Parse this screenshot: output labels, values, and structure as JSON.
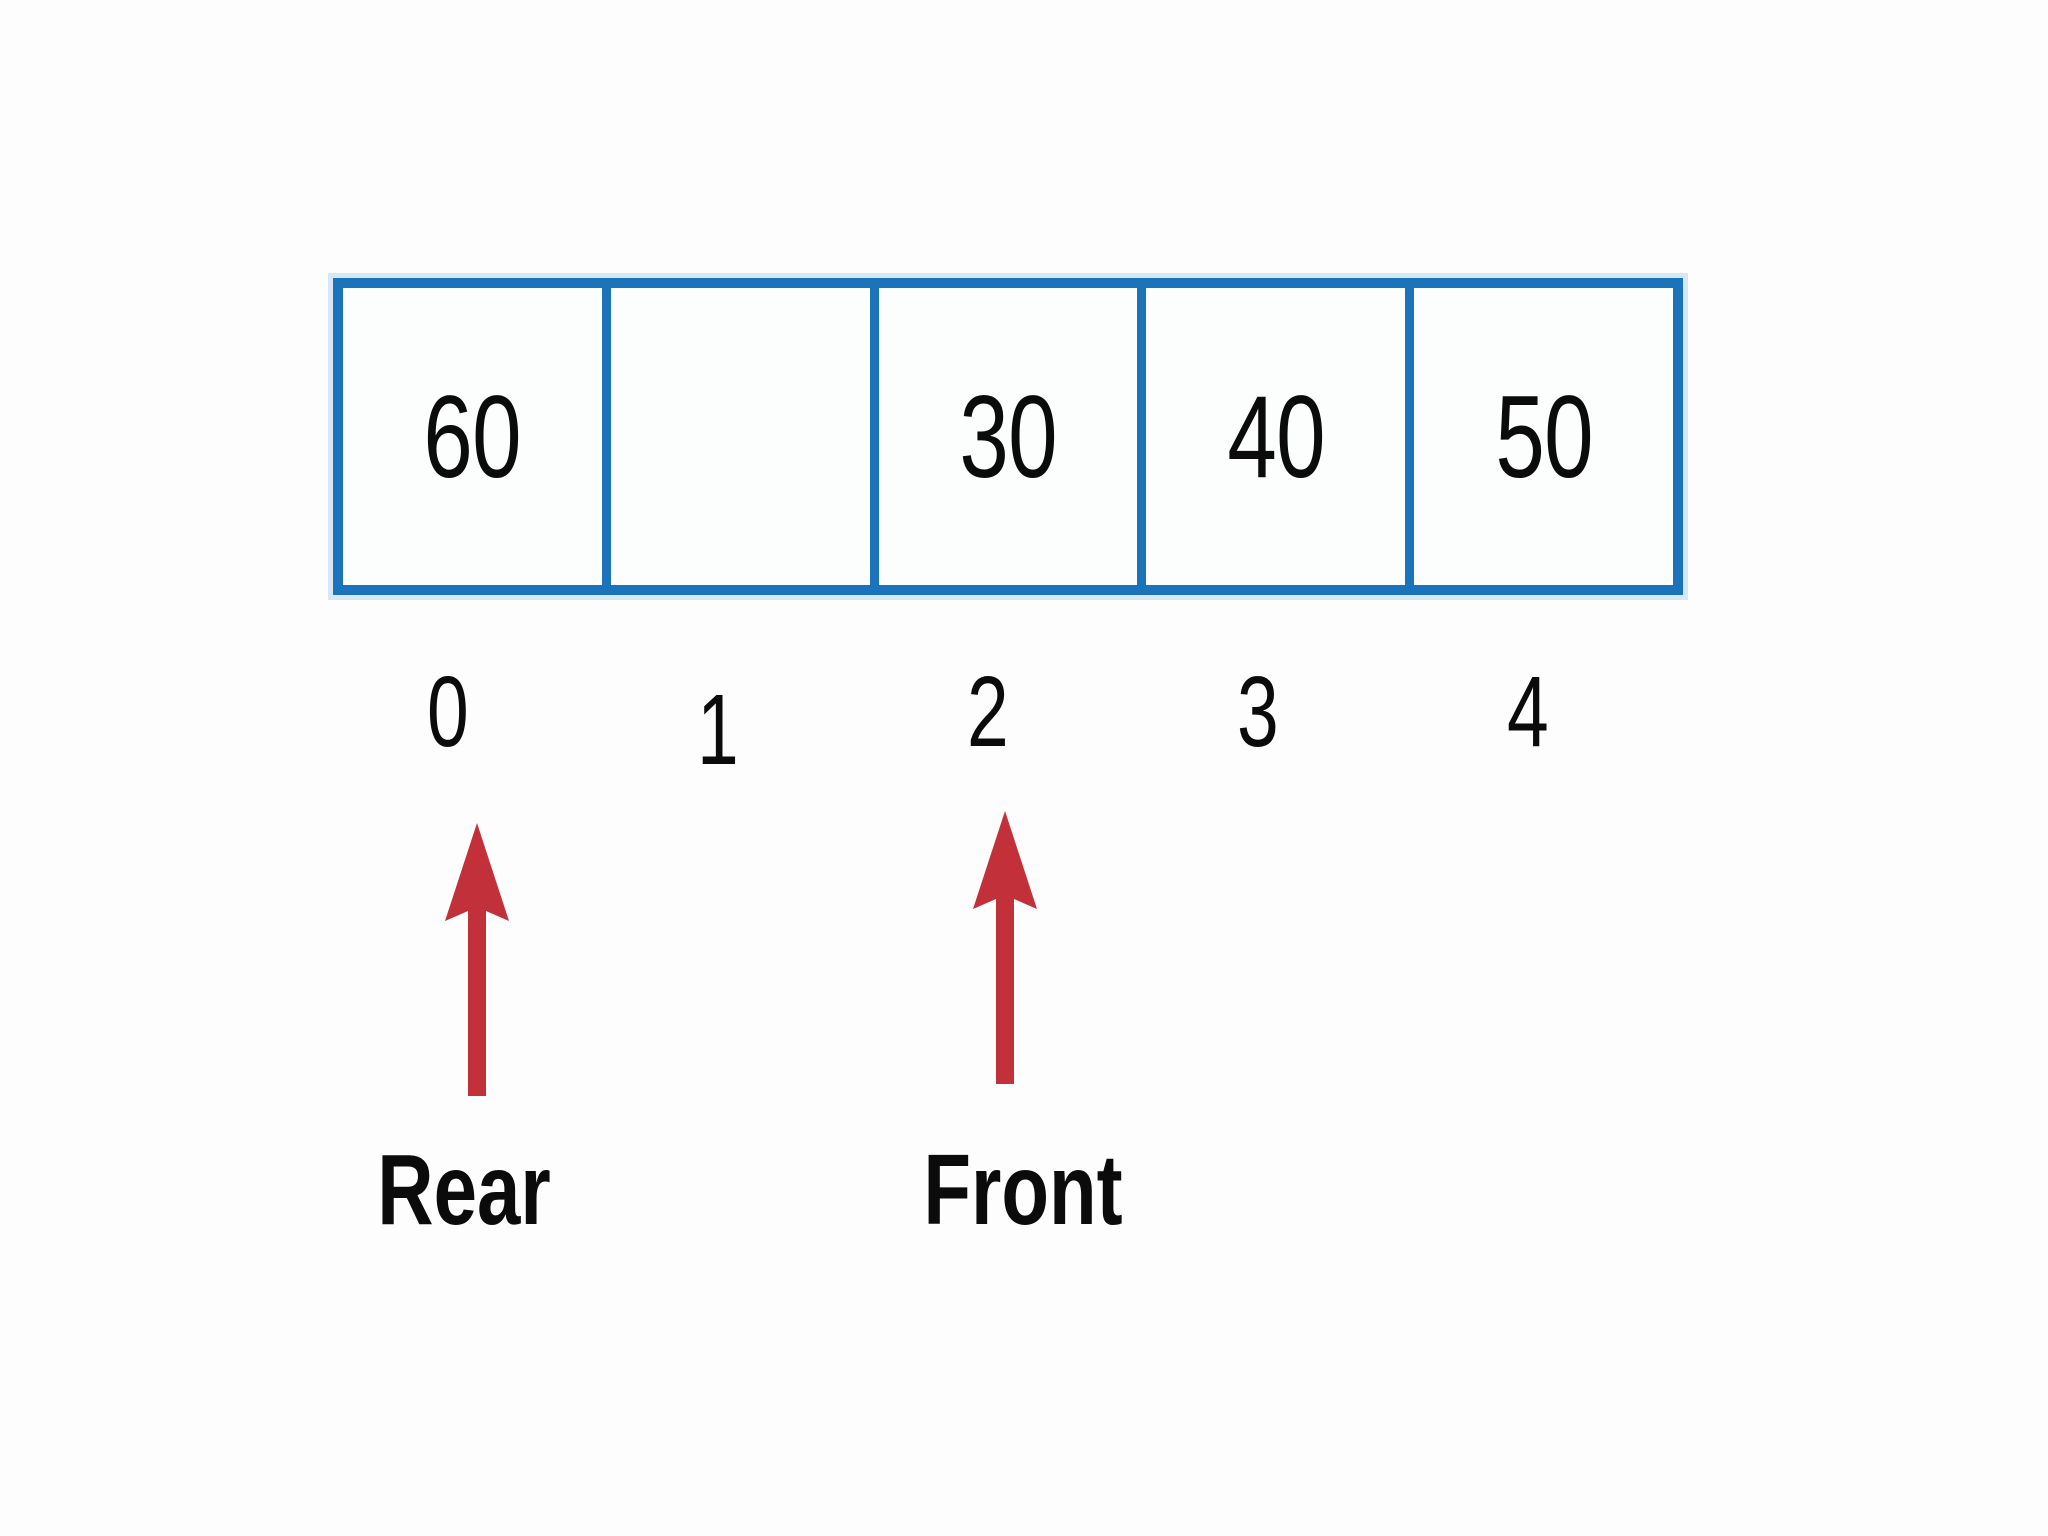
{
  "diagram": {
    "type": "queue-array",
    "colors": {
      "border_blue": "#1b74bb",
      "arrow_red": "#c2313a",
      "cell_bg": "#fcfefd",
      "text": "#0b0b0b",
      "page_bg": "#fdfdfe"
    },
    "cells": [
      {
        "value": "60",
        "index": "0"
      },
      {
        "value": "",
        "index": "1"
      },
      {
        "value": "30",
        "index": "2"
      },
      {
        "value": "40",
        "index": "3"
      },
      {
        "value": "50",
        "index": "4"
      }
    ],
    "pointers": {
      "rear": {
        "label": "Rear",
        "points_to_index": "0",
        "icon": "up-arrow-icon"
      },
      "front": {
        "label": "Front",
        "points_to_index": "2",
        "icon": "up-arrow-icon"
      }
    }
  }
}
